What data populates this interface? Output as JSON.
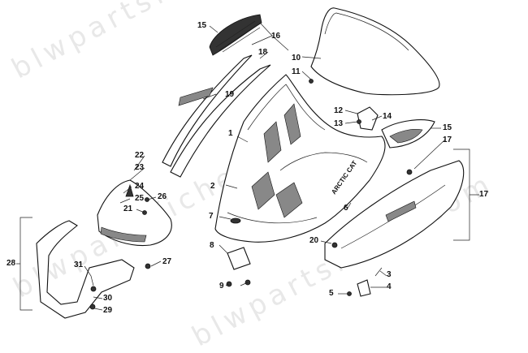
{
  "watermark": "blwpartsfiche.com",
  "brand_decal": "ARCTIC CAT",
  "callouts": [
    {
      "id": "c1",
      "text": "1"
    },
    {
      "id": "c2",
      "text": "2"
    },
    {
      "id": "c3",
      "text": "3"
    },
    {
      "id": "c4",
      "text": "4"
    },
    {
      "id": "c5",
      "text": "5"
    },
    {
      "id": "c6",
      "text": "6"
    },
    {
      "id": "c7",
      "text": "7"
    },
    {
      "id": "c8",
      "text": "8"
    },
    {
      "id": "c9",
      "text": "9"
    },
    {
      "id": "c10",
      "text": "10"
    },
    {
      "id": "c11",
      "text": "11"
    },
    {
      "id": "c12",
      "text": "12"
    },
    {
      "id": "c13",
      "text": "13"
    },
    {
      "id": "c14",
      "text": "14"
    },
    {
      "id": "c15a",
      "text": "15"
    },
    {
      "id": "c15b",
      "text": "15"
    },
    {
      "id": "c16",
      "text": "16"
    },
    {
      "id": "c17a",
      "text": "17"
    },
    {
      "id": "c17b",
      "text": "17"
    },
    {
      "id": "c18",
      "text": "18"
    },
    {
      "id": "c19",
      "text": "19"
    },
    {
      "id": "c20",
      "text": "20"
    },
    {
      "id": "c21",
      "text": "21"
    },
    {
      "id": "c22",
      "text": "22"
    },
    {
      "id": "c23",
      "text": "23"
    },
    {
      "id": "c24",
      "text": "24"
    },
    {
      "id": "c25",
      "text": "25"
    },
    {
      "id": "c26",
      "text": "26"
    },
    {
      "id": "c27",
      "text": "27"
    },
    {
      "id": "c28",
      "text": "28"
    },
    {
      "id": "c29",
      "text": "29"
    },
    {
      "id": "c30",
      "text": "30"
    },
    {
      "id": "c31",
      "text": "31"
    }
  ]
}
